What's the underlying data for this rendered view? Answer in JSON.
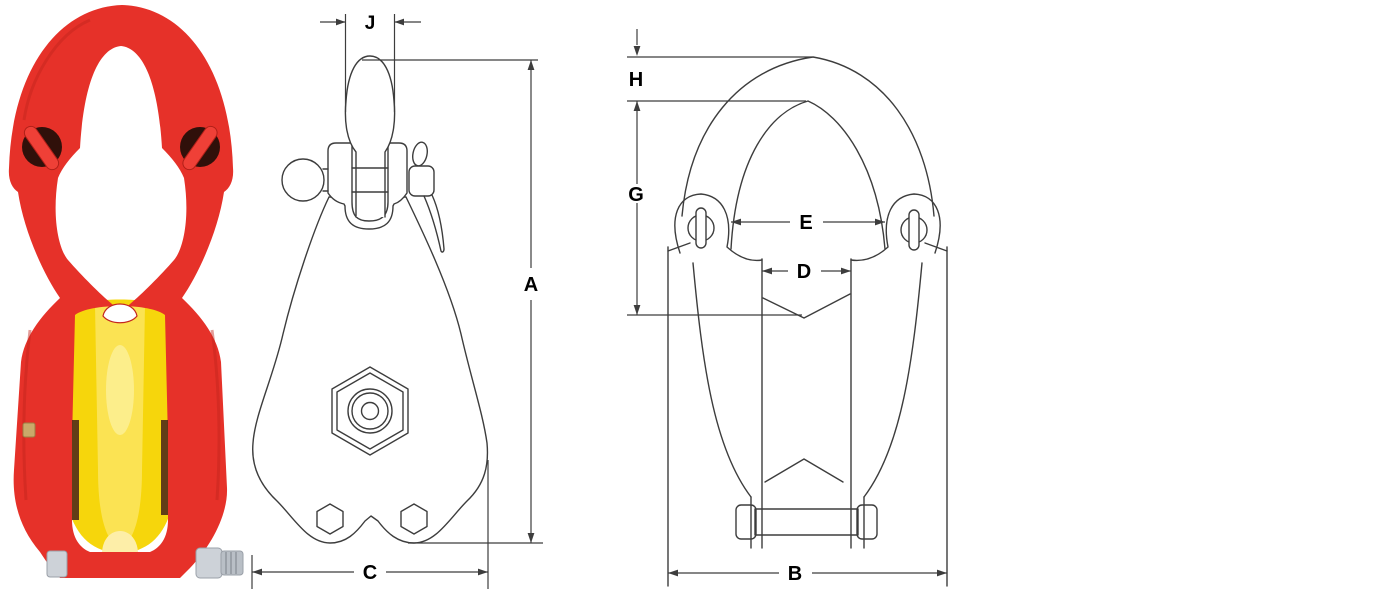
{
  "page": {
    "background": "#ffffff",
    "description": "Snatch block product photo with two dimensioned line drawings"
  },
  "drawing": {
    "stroke_color": "#3d3d3d",
    "label_color": "#000000"
  },
  "photo": {
    "subject": "red snatch block with yellow sheave",
    "body_color": "#e63129",
    "body_shadow_color": "#c0251d",
    "pin_hole_color": "#30100a",
    "pin_color": "#ef4037",
    "sheave_color": "#f6d60c",
    "sheave_highlight_color": "#fdf09a",
    "hardware_color": "#cdd2d8",
    "brass_pin_color": "#caa96a"
  },
  "views": {
    "side_view": {
      "name": "side view drawing",
      "labels": {
        "J": "J",
        "A": "A",
        "C": "C"
      }
    },
    "front_view": {
      "name": "front view drawing",
      "labels": {
        "H": "H",
        "G": "G",
        "E": "E",
        "D": "D",
        "B": "B"
      }
    }
  }
}
